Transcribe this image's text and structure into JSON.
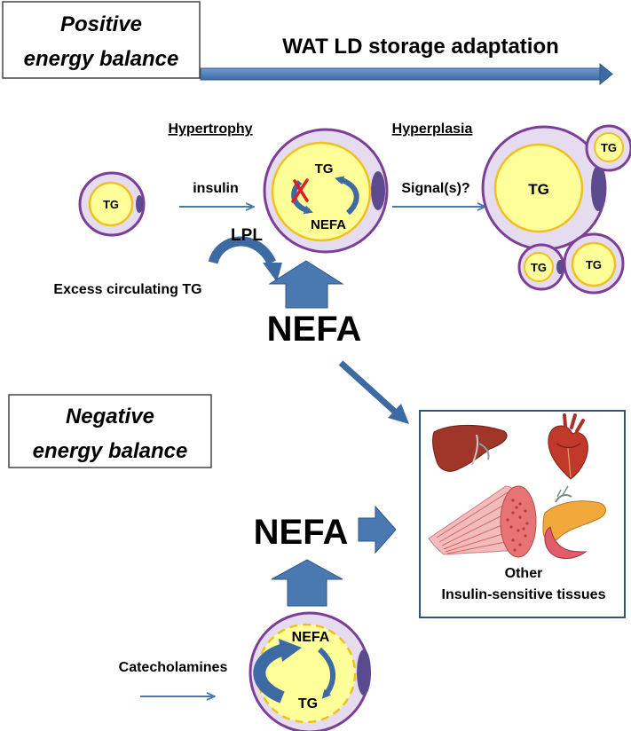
{
  "positive_box": {
    "line1": "Positive",
    "line2": "energy balance"
  },
  "negative_box": {
    "line1": "Negative",
    "line2": "energy balance"
  },
  "top_arrow_label": "WAT LD storage adaptation",
  "headers": {
    "hypertrophy": "Hypertrophy",
    "hyperplasia": "Hyperplasia"
  },
  "labels": {
    "insulin": "insulin",
    "signals": "Signal(s)?",
    "lpl": "LPL",
    "excess_tg": "Excess circulating TG",
    "catecholamines": "Catecholamines",
    "nefa_large_top": "NEFA",
    "nefa_large_bottom": "NEFA"
  },
  "cells": {
    "small_tg": "TG",
    "hyper_tg": "TG",
    "hyper_nefa": "NEFA",
    "big_tg": "TG",
    "sat_top_tg": "TG",
    "sat_left_tg": "TG",
    "sat_right_tg": "TG",
    "lipolysis_nefa": "NEFA",
    "lipolysis_tg": "TG"
  },
  "tissues_box": {
    "line1": "Other",
    "line2": "Insulin-sensitive tissues"
  },
  "colors": {
    "arrow_blue": "#4a78b0",
    "cell_fill": "#e6dcef",
    "cell_border": "#7b3f98",
    "droplet_fill": "#ffff99",
    "droplet_border": "#f0c020",
    "nucleus": "#5b4a8e",
    "inhibit_x": "#e02020"
  }
}
